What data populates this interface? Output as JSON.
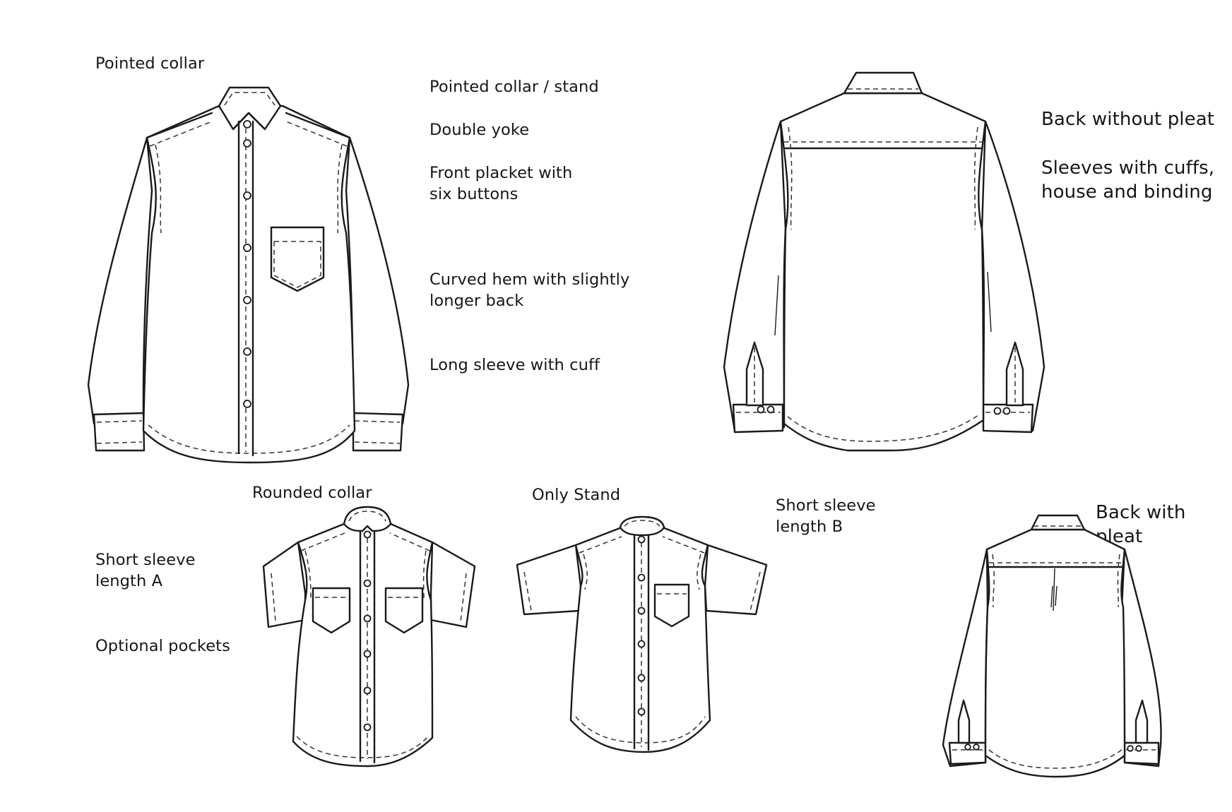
{
  "labels": {
    "pointed_collar": "Pointed collar",
    "pointed_collar_stand": "Pointed collar / stand",
    "double_yoke": "Double yoke",
    "front_placket": "Front placket with\nsix buttons",
    "curved_hem": "Curved hem with slightly\nlonger back",
    "long_sleeve": "Long sleeve with cuff",
    "back_without_pleat": "Back without pleat",
    "sleeves_cuffs": "Sleeves with cuffs,\nhouse and binding",
    "rounded_collar": "Rounded collar",
    "only_stand": "Only Stand",
    "short_sleeve_b": "Short sleeve\nlength B",
    "back_with_pleat": "Back with pleat",
    "short_sleeve_a": "Short sleeve\nlength A",
    "optional_pockets": "Optional pockets"
  }
}
